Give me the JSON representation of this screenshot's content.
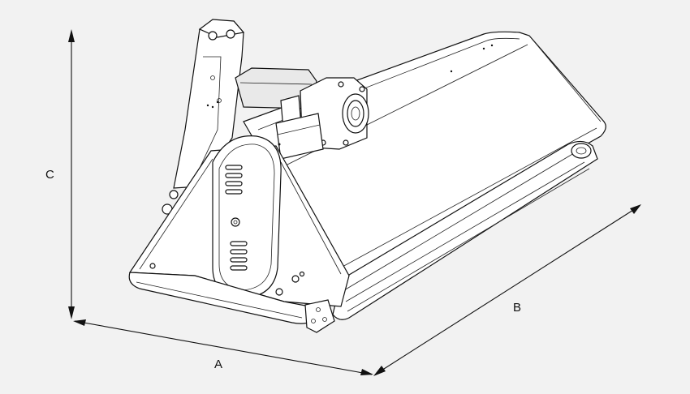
{
  "dimensions": {
    "a": "A",
    "b": "B",
    "c": "C"
  }
}
